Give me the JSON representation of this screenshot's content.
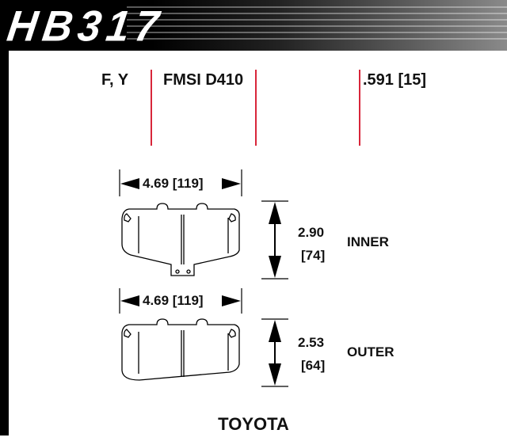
{
  "header": {
    "part_number": "HB317"
  },
  "specs": {
    "applications": "F, Y",
    "fmsi": "FMSI D410",
    "thickness": ".591 [15]"
  },
  "inner": {
    "width": "4.69 [119]",
    "height": "2.90",
    "height_mm": "[74]",
    "label": "INNER"
  },
  "outer": {
    "width": "4.69 [119]",
    "height": "2.53",
    "height_mm": "[64]",
    "label": "OUTER"
  },
  "footer": {
    "make": "TOYOTA"
  },
  "colors": {
    "divider": "#d8263a",
    "header_bg": "#000000"
  }
}
